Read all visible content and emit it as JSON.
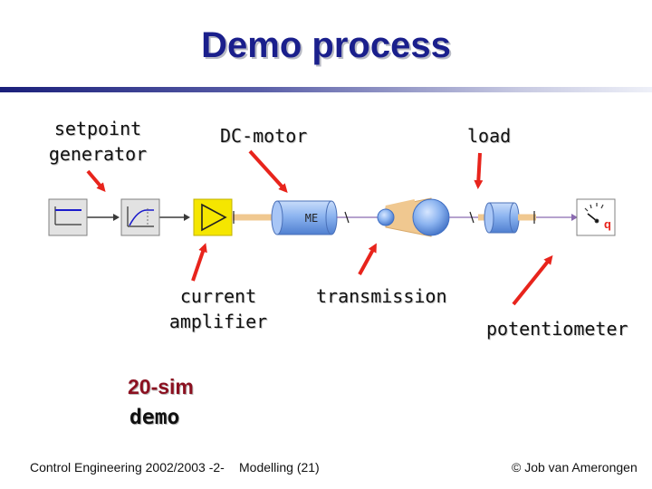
{
  "slide": {
    "title": "Demo process"
  },
  "labels": {
    "setpoint_generator_line1": "setpoint",
    "setpoint_generator_line2": "generator",
    "dc_motor": "DC-motor",
    "load": "load",
    "current_amplifier_line1": "current",
    "current_amplifier_line2": "amplifier",
    "transmission": "transmission",
    "potentiometer": "potentiometer"
  },
  "diagram": {
    "motor_block_text": "ME",
    "sensor_symbol": "q"
  },
  "demo": {
    "brand": "20-sim",
    "word": "demo"
  },
  "footer": {
    "course": "Control Engineering 2002/2003 -2-",
    "section": "Modelling  (21)",
    "copyright": "© Job van Amerongen"
  },
  "colors": {
    "title": "#1a1f8c",
    "arrow": "#e8241c",
    "motor": "#8cb4f0",
    "amplifier": "#f5e600",
    "shaft": "#f0c890",
    "brand": "#8b1020"
  },
  "icons": [
    "step-icon",
    "ramp-icon",
    "amplifier-triangle-icon",
    "dc-motor-icon",
    "belt-transmission-icon",
    "load-inertia-icon",
    "potentiometer-icon"
  ]
}
